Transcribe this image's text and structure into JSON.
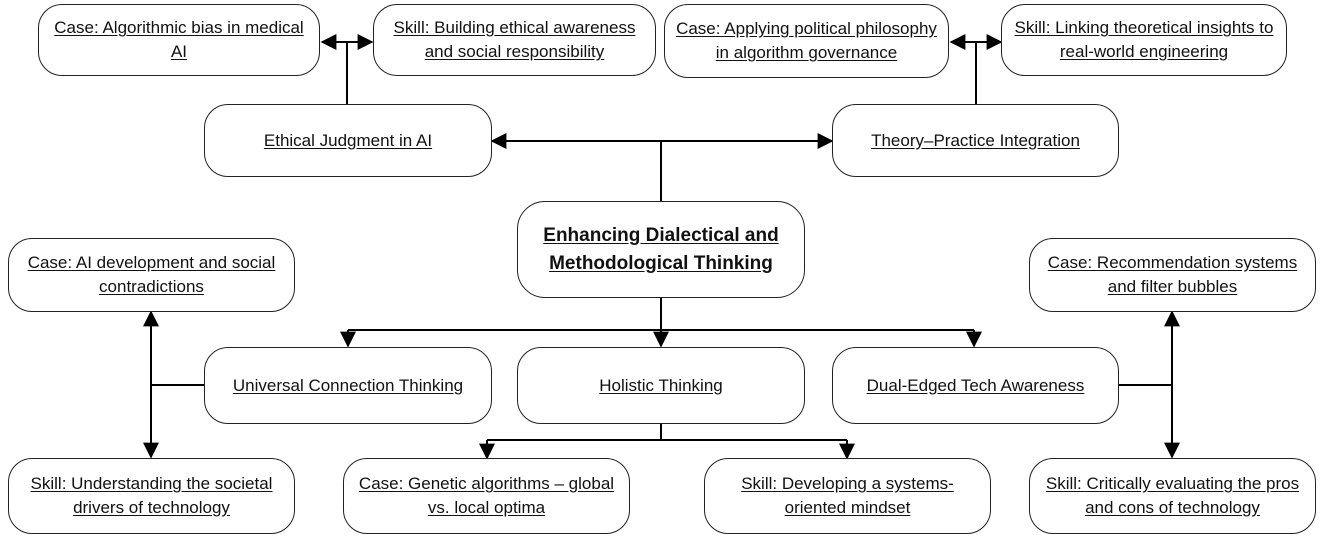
{
  "root": "Enhancing Dialectical and Methodological Thinking",
  "main": {
    "ethical": "Ethical Judgment in AI",
    "theory": "Theory–Practice Integration",
    "universal": "Universal Connection Thinking",
    "holistic": "Holistic Thinking",
    "dual": "Dual-Edged Tech Awareness"
  },
  "leaves": {
    "case_medical": "Case: Algorithmic bias in medical AI",
    "skill_ethical": "Skill: Building ethical awareness and social responsibility",
    "case_political": "Case: Applying political philosophy in algorithm governance",
    "skill_linking": "Skill: Linking theoretical insights to real-world engineering",
    "case_ai_dev": "Case: AI development and social contradictions",
    "skill_drivers": "Skill: Understanding the societal drivers of technology",
    "case_genetic": "Case: Genetic algorithms – global vs. local optima",
    "skill_systems": "Skill: Developing a systems-oriented mindset",
    "case_recommend": "Case: Recommendation systems and filter bubbles",
    "skill_pros_cons": "Skill: Critically evaluating the pros and cons of technology"
  }
}
